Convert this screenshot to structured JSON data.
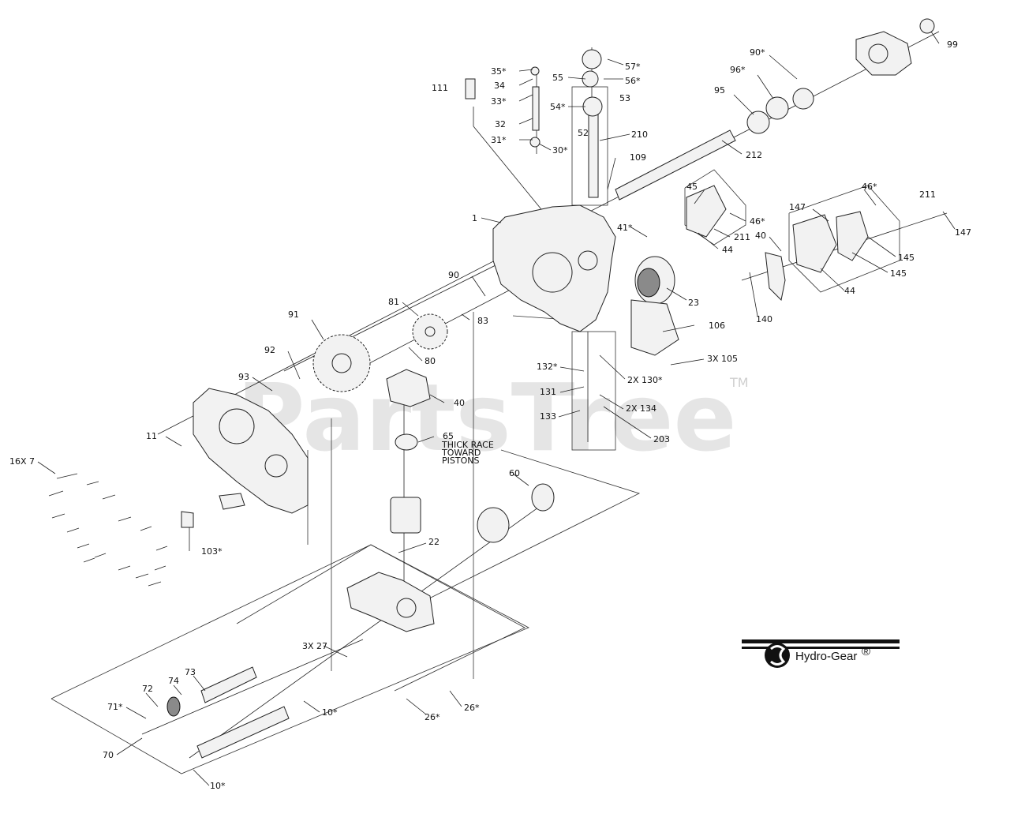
{
  "watermark": {
    "text": "PartsTree",
    "tm": "TM"
  },
  "brand": {
    "name": "Hydro-Gear",
    "mark": "®"
  },
  "note": {
    "line1": "THICK RACE",
    "line2": "TOWARD",
    "line3": "PISTONS"
  },
  "labels": {
    "l99": "99",
    "l90s": "90*",
    "l96s": "96*",
    "l95": "95",
    "l212": "212",
    "l57s": "57*",
    "l56s": "56*",
    "l55": "55",
    "l54s": "54*",
    "l53": "53",
    "l52": "52",
    "l210": "210",
    "l109": "109",
    "l35s": "35*",
    "l34": "34",
    "l33s": "33*",
    "l32": "32",
    "l31s": "31*",
    "l30s": "30*",
    "l111": "111",
    "l1": "1",
    "l45": "45",
    "l46a": "46*",
    "l211a": "211",
    "l44a": "44",
    "l41s": "41*",
    "l46b": "46*",
    "l211b": "211",
    "l147a": "147",
    "l147b": "147",
    "l40b": "40",
    "l145a": "145",
    "l145b": "145",
    "l44b": "44",
    "l140": "140",
    "l23": "23",
    "l106": "106",
    "l3x105": "3X 105",
    "l2x130": "2X 130*",
    "l132": "132*",
    "l131": "131",
    "l2x134": "2X 134",
    "l133": "133",
    "l203": "203",
    "l90": "90",
    "l81": "81",
    "l83": "83",
    "l80": "80",
    "l91": "91",
    "l92": "92",
    "l93": "93",
    "l40a": "40",
    "l65": "65",
    "l11": "11",
    "l16x7": "16X 7",
    "l103": "103*",
    "l60": "60",
    "l22": "22",
    "l3x27": "3X 27",
    "l26a": "26*",
    "l26b": "26*",
    "l73": "73",
    "l74": "74",
    "l72": "72",
    "l71": "71*",
    "l70": "70",
    "l10a": "10*",
    "l10b": "10*"
  }
}
